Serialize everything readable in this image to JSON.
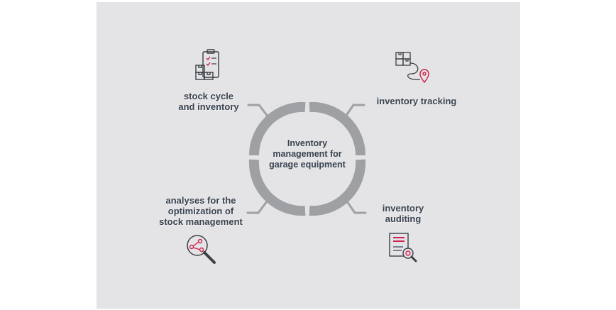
{
  "center": {
    "lines": [
      "Inventory",
      "management for",
      "garage equipment"
    ]
  },
  "nodes": {
    "top_left": {
      "lines": [
        "stock cycle",
        "and inventory"
      ],
      "icon": "clipboard-boxes-icon"
    },
    "top_right": {
      "lines": [
        "inventory tracking"
      ],
      "icon": "box-route-location-icon"
    },
    "bottom_left": {
      "lines": [
        "analyses for the",
        "optimization of",
        "stock management"
      ],
      "icon": "magnifier-network-icon"
    },
    "bottom_right": {
      "lines": [
        "inventory",
        "auditing"
      ],
      "icon": "document-magnifier-icon"
    }
  },
  "colors": {
    "background": "#e4e4e6",
    "ring": "#9ea0a3",
    "text": "#3a4350",
    "accent": "#d0234f",
    "icon_stroke": "#3b3f45"
  }
}
